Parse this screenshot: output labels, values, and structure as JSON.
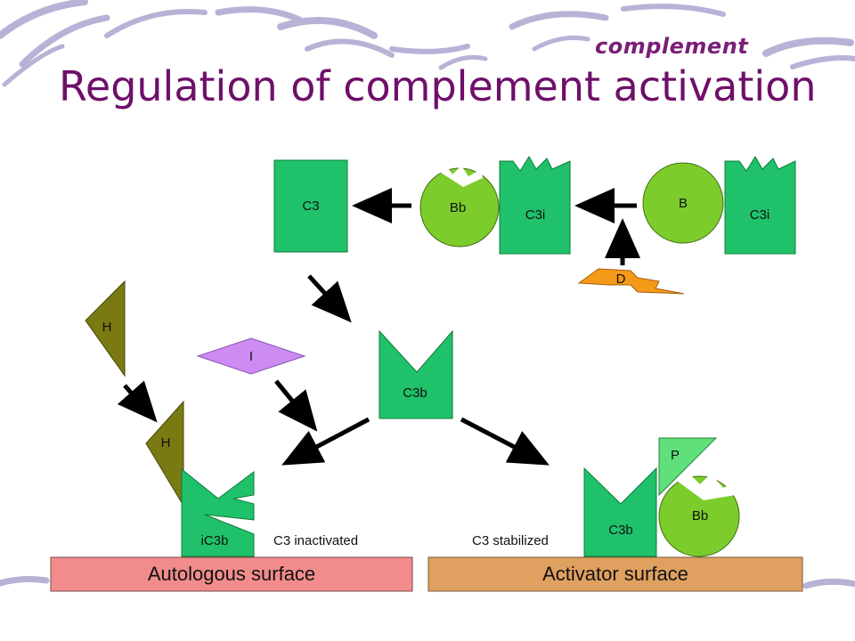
{
  "slide": {
    "tag": "complement",
    "title": "Regulation of complement activation"
  },
  "diagram": {
    "components": {
      "c3": "C3",
      "c3i_a": "C3i",
      "c3i_b": "C3i",
      "bb_top": "Bb",
      "b": "B",
      "d": "D",
      "h_top": "H",
      "h_bottom": "H",
      "i": "I",
      "c3b_center": "C3b",
      "ic3b": "iC3b",
      "c3b_right": "C3b",
      "p": "P",
      "bb_right": "Bb"
    },
    "status": {
      "inactivated": "C3 inactivated",
      "stabilized": "C3 stabilized"
    },
    "surfaces": {
      "autologous": "Autologous surface",
      "activator": "Activator surface"
    }
  },
  "colors": {
    "component_green": "#1fc26a",
    "bb_green": "#7ccc2c",
    "factor_h_olive": "#7a7a12",
    "factor_i_violet": "#cc8cf2",
    "factor_d_orange": "#f59a18",
    "properdin_green": "#5fe07a",
    "autologous_surface": "#f28c8c",
    "activator_surface": "#e0a060",
    "title_purple": "#6f0f6a"
  }
}
